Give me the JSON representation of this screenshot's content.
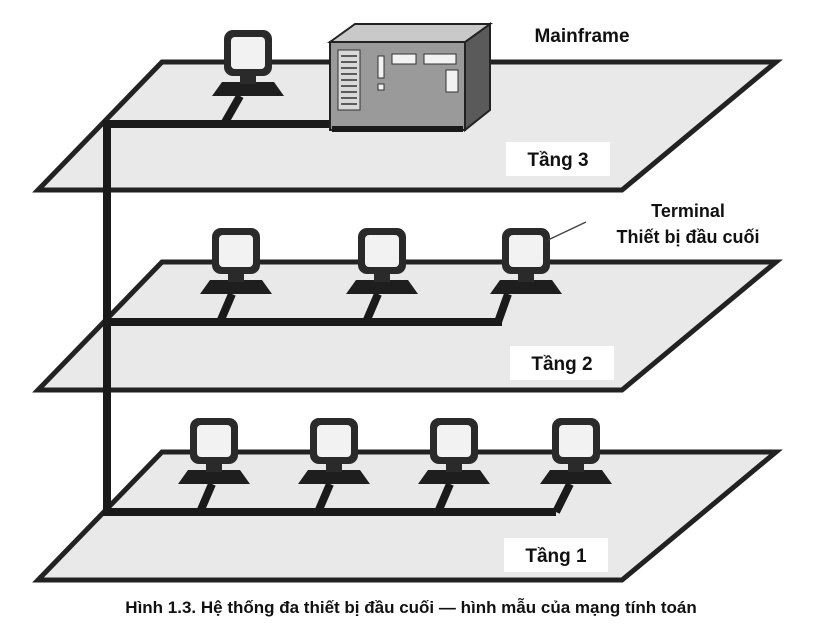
{
  "labels": {
    "mainframe": "Mainframe",
    "terminal_en": "Terminal",
    "terminal_vi": "Thiết bị đầu cuối",
    "floor3": "Tầng 3",
    "floor2": "Tầng 2",
    "floor1": "Tầng 1"
  },
  "caption": "Hình 1.3. Hệ thống đa thiết bị đầu cuối — hình mẫu của mạng tính toán",
  "floors": [
    {
      "name": "floor-3",
      "terminal_count": 1,
      "has_mainframe": true
    },
    {
      "name": "floor-2",
      "terminal_count": 3,
      "has_mainframe": false
    },
    {
      "name": "floor-1",
      "terminal_count": 4,
      "has_mainframe": false
    }
  ],
  "colors": {
    "plane_fill": "#e9e9e9",
    "plane_stroke": "#222222",
    "cable": "#1a1a1a",
    "monitor": "#2a2a2a",
    "screen": "#f2f2f2",
    "mainframe_body": "#9a9a9a",
    "mainframe_side": "#5a5a5a"
  }
}
